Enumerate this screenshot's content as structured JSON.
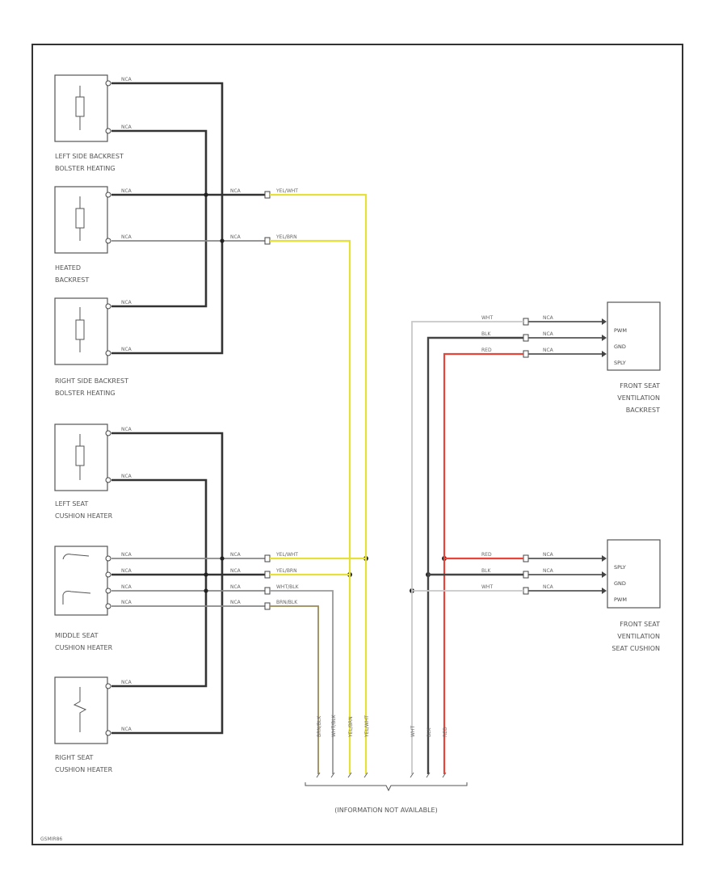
{
  "components": {
    "left_side_backrest": [
      "LEFT SIDE BACKREST",
      "BOLSTER HEATING"
    ],
    "heated_backrest": [
      "HEATED",
      "BACKREST"
    ],
    "right_side_backrest": [
      "RIGHT SIDE BACKREST",
      "BOLSTER HEATING"
    ],
    "left_seat_cushion": [
      "LEFT SEAT",
      "CUSHION HEATER"
    ],
    "middle_seat_cushion": [
      "MIDDLE SEAT",
      "CUSHION HEATER"
    ],
    "right_seat_cushion": [
      "RIGHT SEAT",
      "CUSHION HEATER"
    ],
    "vent_backrest": [
      "FRONT SEAT",
      "VENTILATION",
      "BACKREST"
    ],
    "vent_cushion": [
      "FRONT SEAT",
      "VENTILATION",
      "SEAT CUSHION"
    ]
  },
  "pins": {
    "vent_backrest": [
      "PWM",
      "GND",
      "SPLY"
    ],
    "vent_cushion": [
      "SPLY",
      "GND",
      "PWM"
    ]
  },
  "wire_labels": {
    "nca": "NCA",
    "yel_wht": "YEL/WHT",
    "yel_brn": "YEL/BRN",
    "wht_blk": "WHT/BLK",
    "brn_blk": "BRN/BLK",
    "wht": "WHT",
    "blk": "BLK",
    "red": "RED"
  },
  "note": "(INFORMATION NOT AVAILABLE)",
  "diagram_id": "GSMIR86"
}
